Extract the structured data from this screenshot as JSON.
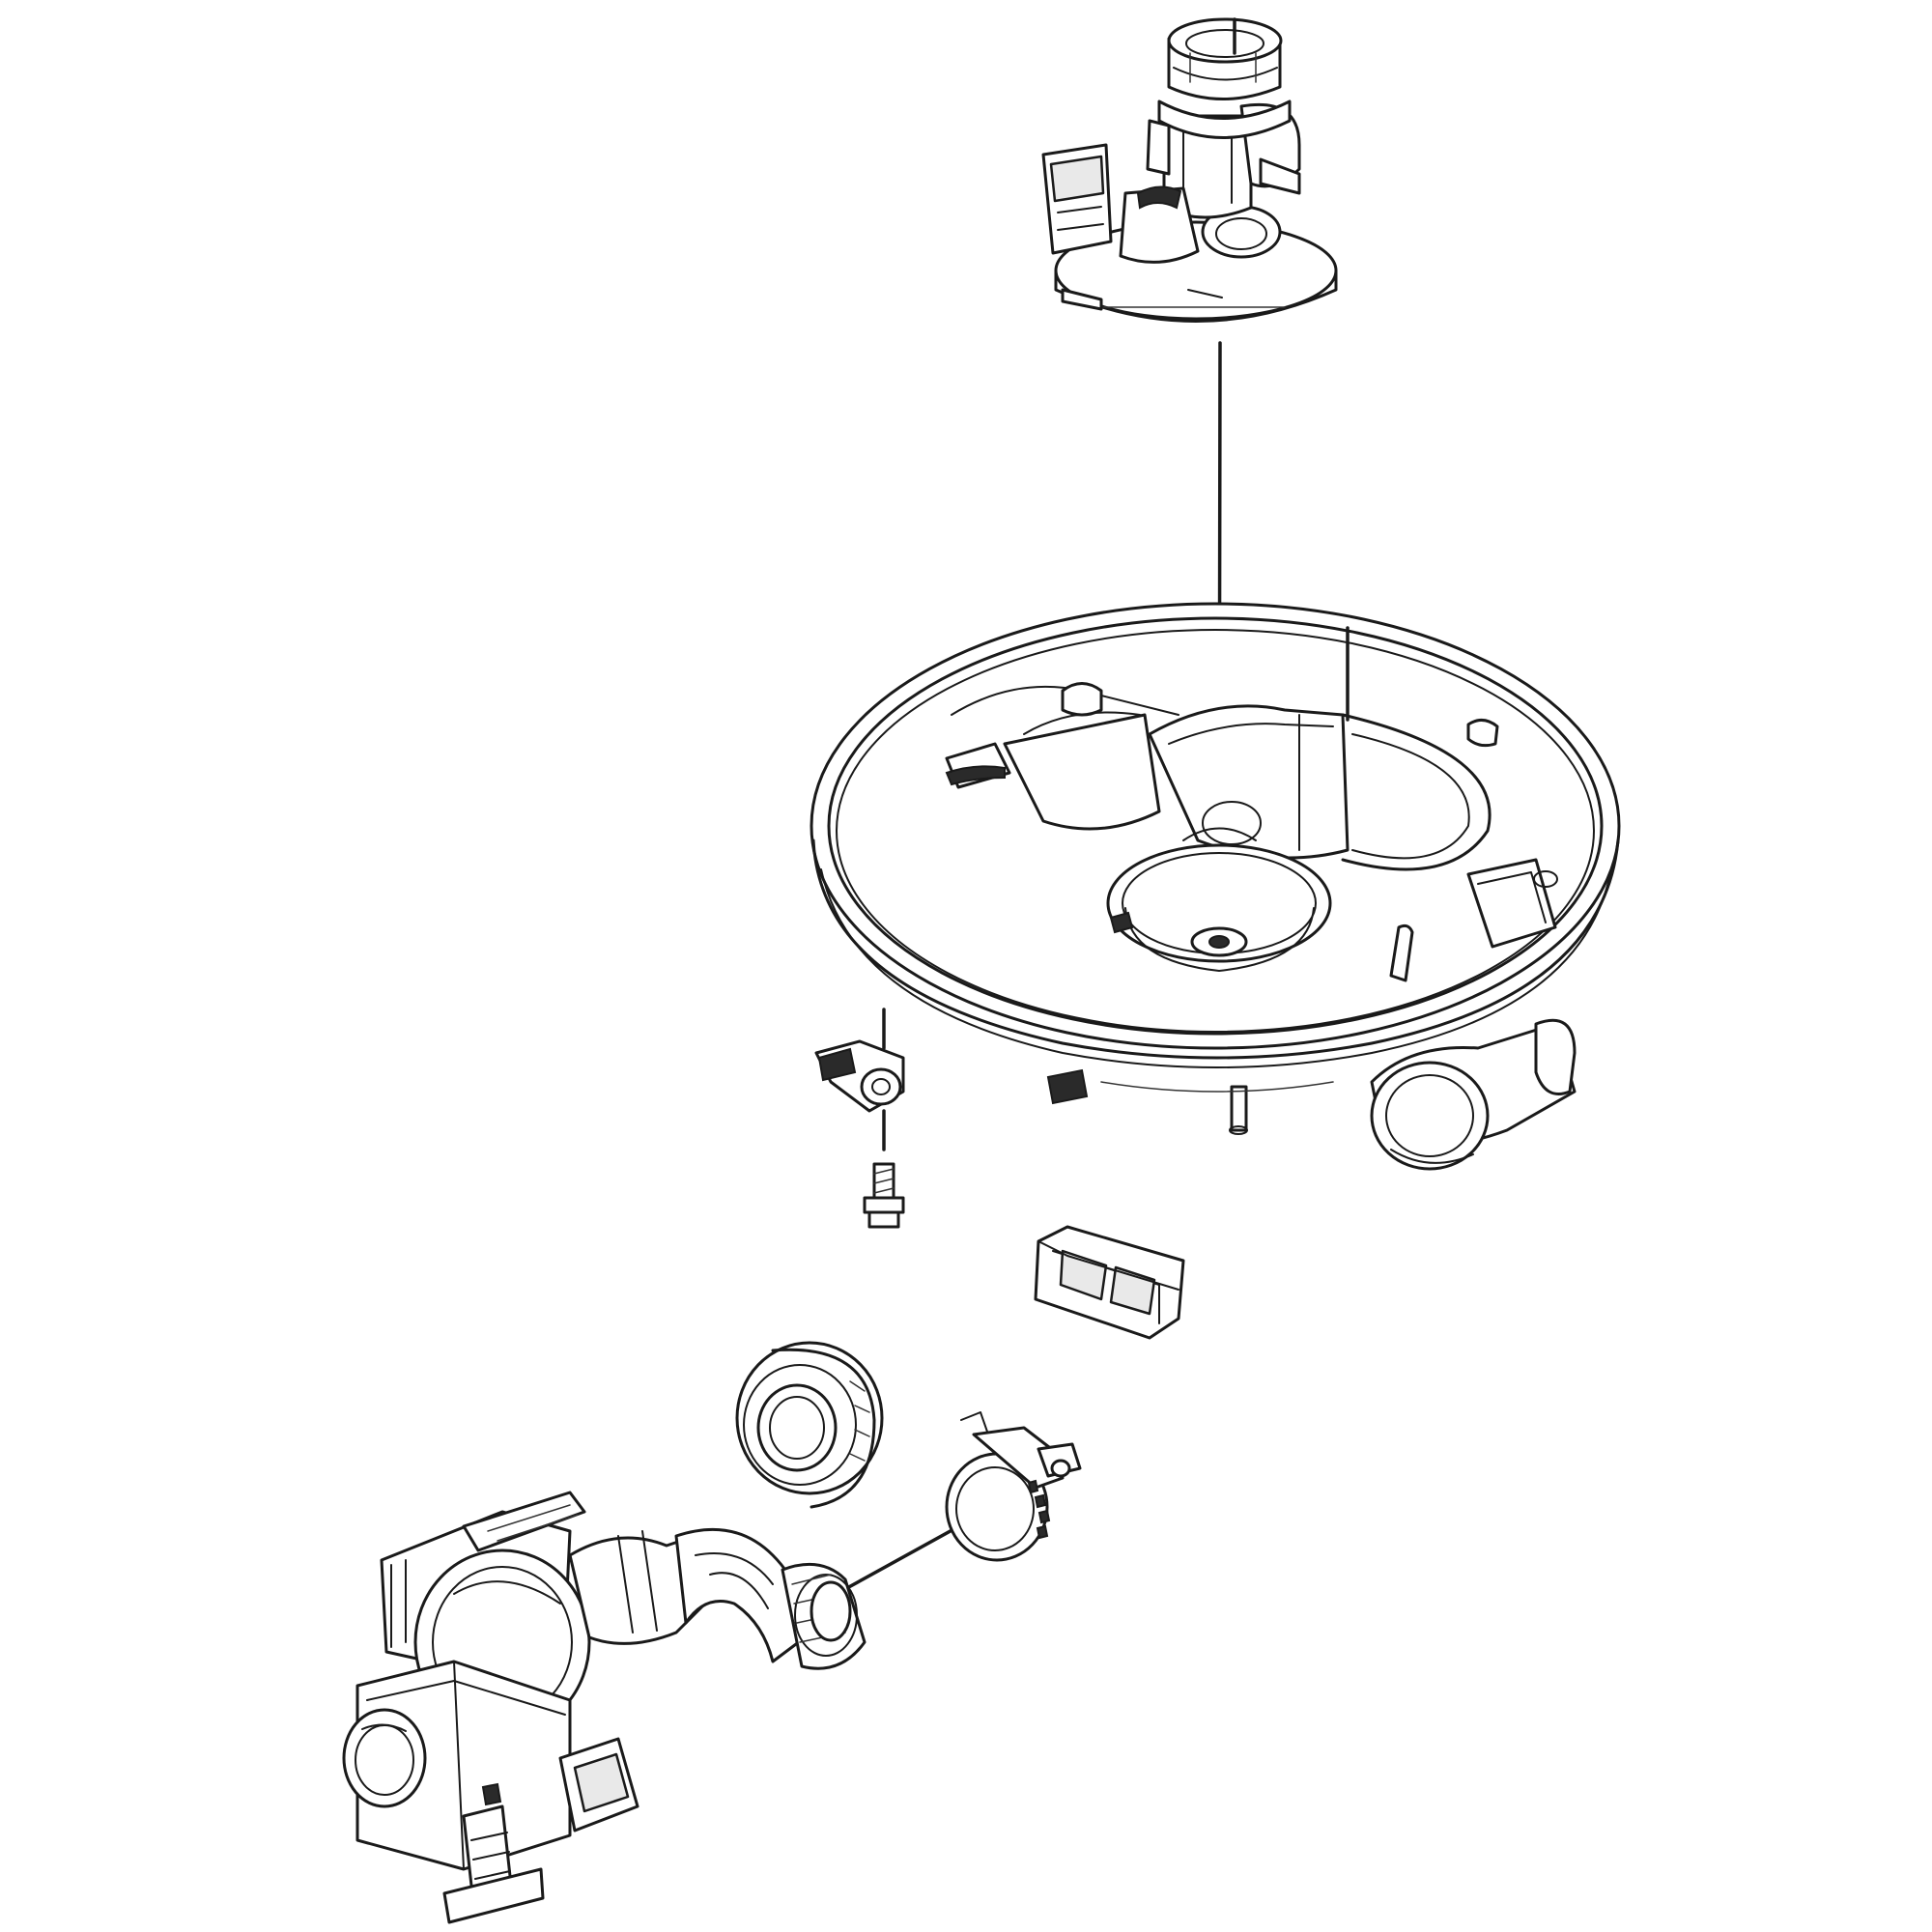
{
  "diagram": {
    "type": "exploded-parts-illustration",
    "line_color": "#1a1a1a",
    "background": "#ffffff",
    "parts": [
      {
        "id": "filter-housing",
        "icon": "filter-housing-icon"
      },
      {
        "id": "sump-base",
        "icon": "sump-base-icon"
      },
      {
        "id": "sensor-bracket",
        "icon": "sensor-bracket-icon"
      },
      {
        "id": "screw",
        "icon": "screw-icon"
      },
      {
        "id": "rectangular-grommet",
        "icon": "rectangular-grommet-icon"
      },
      {
        "id": "pump-seal",
        "icon": "pump-seal-icon"
      },
      {
        "id": "hose-clamp",
        "icon": "hose-clamp-icon"
      },
      {
        "id": "circulation-pump-motor",
        "icon": "pump-motor-icon"
      }
    ]
  }
}
